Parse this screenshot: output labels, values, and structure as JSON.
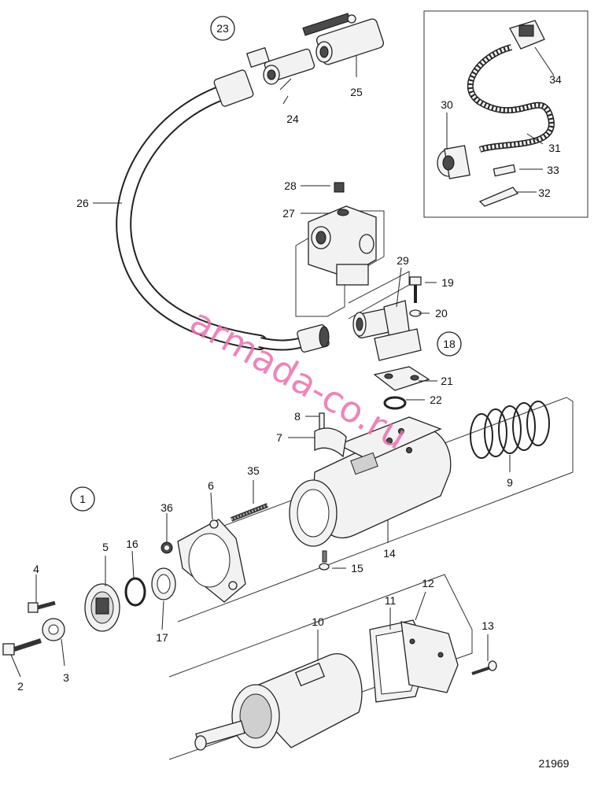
{
  "diagram": {
    "figure_number": "21969",
    "watermark": "armada-co.ru",
    "group_labels": [
      "23",
      "18",
      "1"
    ],
    "part_labels": [
      "2",
      "3",
      "4",
      "5",
      "6",
      "7",
      "8",
      "9",
      "10",
      "11",
      "12",
      "13",
      "14",
      "15",
      "16",
      "17",
      "19",
      "20",
      "21",
      "22",
      "24",
      "25",
      "26",
      "27",
      "28",
      "29",
      "30",
      "31",
      "32",
      "33",
      "34",
      "35",
      "36"
    ]
  }
}
